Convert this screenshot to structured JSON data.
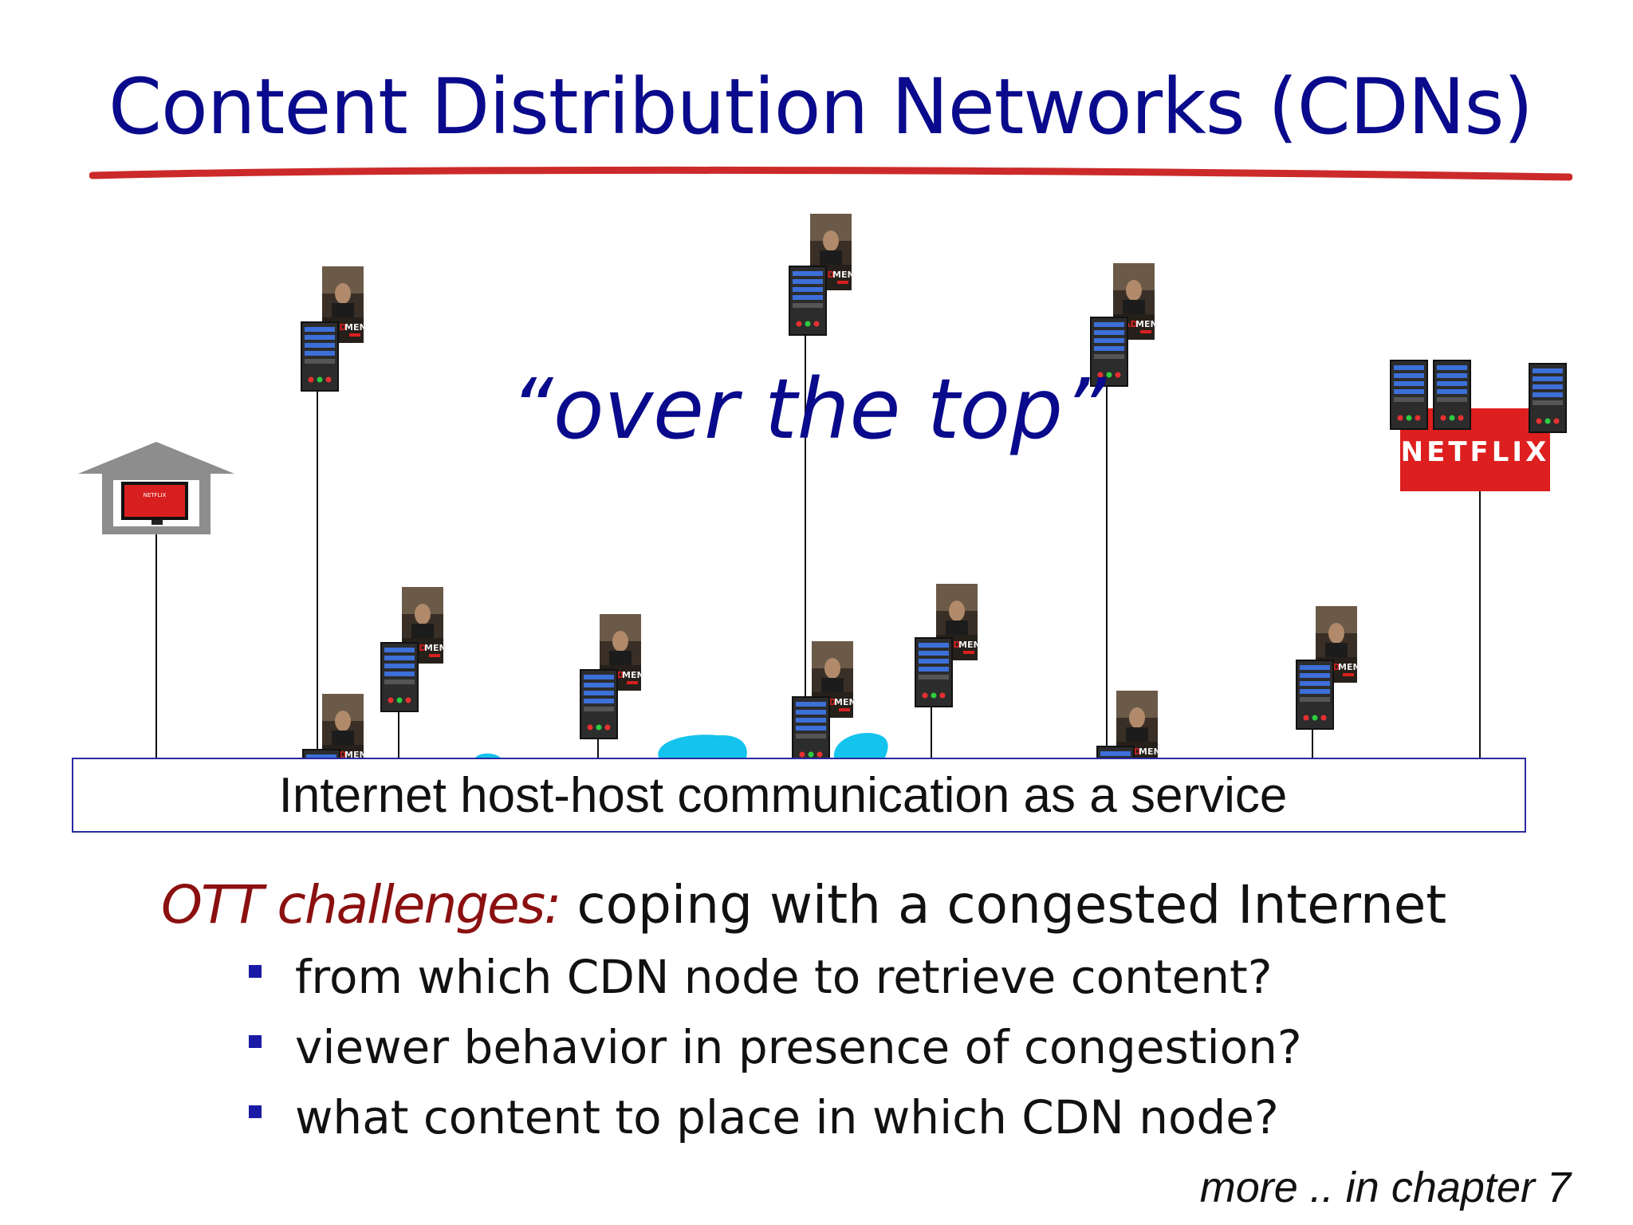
{
  "title": "Content Distribution Networks (CDNs)",
  "quote": "“over the top”",
  "service_box_label": "Internet host-host communication as a service",
  "ott": {
    "lead": "OTT challenges:",
    "rest": " coping with a congested Internet",
    "bullets": [
      "from which CDN node to retrieve content?",
      "viewer behavior in presence of congestion?",
      "what content to place in which CDN node?"
    ]
  },
  "footer_note": "more .. in chapter 7",
  "logo_text": "NETFLIX",
  "poster_text": "MADMEN",
  "colors": {
    "title_blue": "#0a0a8c",
    "underline_red": "#cc2a2a",
    "netflix_red": "#dd1f1f",
    "cloud_cyan": "#14c3ee",
    "bullet_blue": "#1a1aa6",
    "ott_red": "#8b1010"
  }
}
